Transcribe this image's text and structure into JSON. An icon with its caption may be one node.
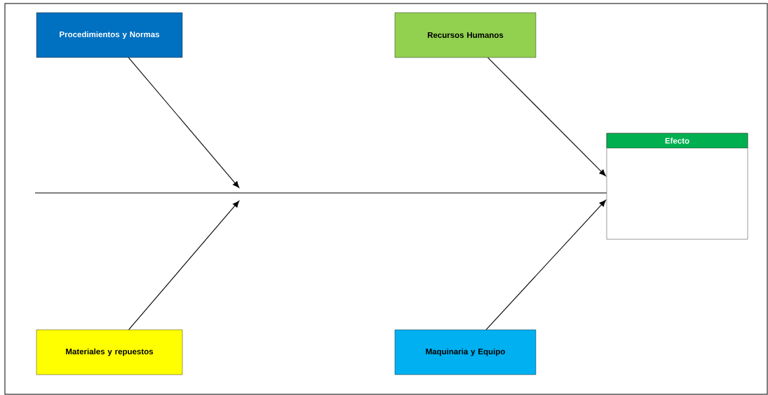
{
  "diagram": {
    "nodes": [
      {
        "text": [
          "Procedimientos y Normas"
        ]
      },
      {
        "text": [
          "Recursos Humanos"
        ]
      },
      {
        "text": [
          "Efecto"
        ]
      },
      {
        "text": [
          "Materiales y repuestos"
        ]
      },
      {
        "text": [
          "Maquinaria y Equipo"
        ]
      }
    ],
    "edges": [
      {
        "from": null,
        "to": 2,
        "arrow": "none"
      },
      {
        "from": 0,
        "to": null,
        "arrow": "to"
      },
      {
        "from": 1,
        "to": 2,
        "arrow": "to"
      },
      {
        "from": 3,
        "to": null,
        "arrow": "to"
      },
      {
        "from": 4,
        "to": 2,
        "arrow": "to"
      }
    ]
  }
}
